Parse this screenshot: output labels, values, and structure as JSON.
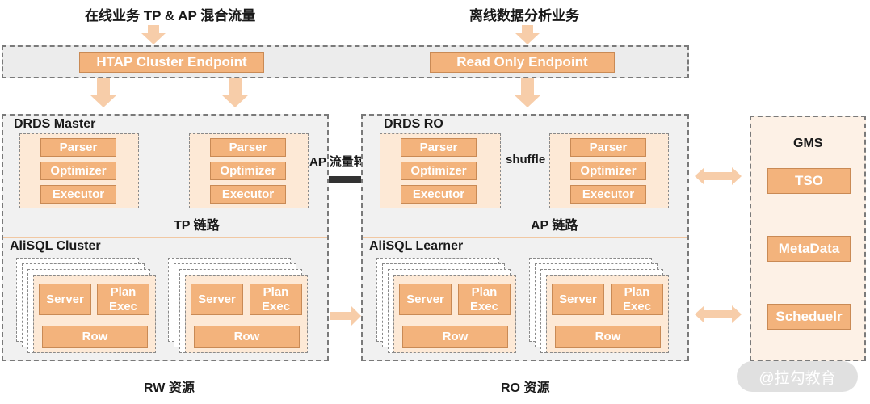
{
  "top": {
    "left_caption": "在线业务 TP & AP 混合流量",
    "right_caption": "离线数据分析业务"
  },
  "endpoints": {
    "htap": "HTAP Cluster Endpoint",
    "readonly": "Read Only Endpoint"
  },
  "rw": {
    "title": "DRDS Master",
    "nodes": [
      [
        "Parser",
        "Optimizer",
        "Executor"
      ],
      [
        "Parser",
        "Optimizer",
        "Executor"
      ]
    ],
    "link_label": "TP 链路",
    "cluster_title": "AliSQL Cluster",
    "storage": [
      {
        "server": "Server",
        "plan": [
          "Plan",
          "Exec"
        ],
        "row": "Row"
      },
      {
        "server": "Server",
        "plan": [
          "Plan",
          "Exec"
        ],
        "row": "Row"
      }
    ],
    "footer": "RW 资源"
  },
  "ro": {
    "title": "DRDS RO",
    "nodes": [
      [
        "Parser",
        "Optimizer",
        "Executor"
      ],
      [
        "Parser",
        "Optimizer",
        "Executor"
      ]
    ],
    "shuffle_label": "shuffle",
    "link_label": "AP 链路",
    "cluster_title": "AliSQL Learner",
    "storage": [
      {
        "server": "Server",
        "plan": [
          "Plan",
          "Exec"
        ],
        "row": "Row"
      },
      {
        "server": "Server",
        "plan": [
          "Plan",
          "Exec"
        ],
        "row": "Row"
      }
    ],
    "footer": "RO 资源"
  },
  "ap_forward_label": "AP 流量转发",
  "gms": {
    "title": "GMS",
    "items": [
      "TSO",
      "MetaData",
      "Scheduelr"
    ]
  },
  "watermark": "@拉勾教育",
  "colors": {
    "accent": "#f3b37c",
    "arrow_light": "#f7cda9",
    "arrow_dark": "#333333",
    "node_fill": "#fde9d6",
    "group_fill": "#f1f1f1"
  }
}
